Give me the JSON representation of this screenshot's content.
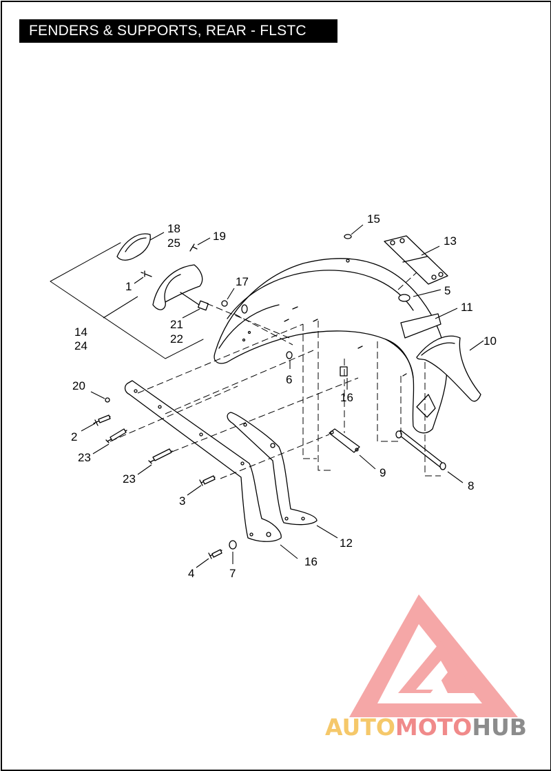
{
  "title": "FENDERS & SUPPORTS, REAR - FLSTC",
  "callouts": {
    "c1": "1",
    "c2": "2",
    "c3": "3",
    "c4": "4",
    "c5": "5",
    "c6": "6",
    "c7": "7",
    "c8": "8",
    "c9": "9",
    "c10": "10",
    "c11": "11",
    "c12": "12",
    "c13": "13",
    "c14": "14",
    "c15": "15",
    "c16a": "16",
    "c16b": "16",
    "c17": "17",
    "c18": "18",
    "c19": "19",
    "c20": "20",
    "c21": "21",
    "c22": "22",
    "c23a": "23",
    "c23b": "23",
    "c24": "24",
    "c25": "25"
  },
  "watermark": {
    "part1": "AUTO",
    "part2": "MOTO",
    "part3": "HUB",
    "color1": "#f5c86a",
    "color2": "#f08a8a",
    "color3": "#8c8c8c"
  }
}
